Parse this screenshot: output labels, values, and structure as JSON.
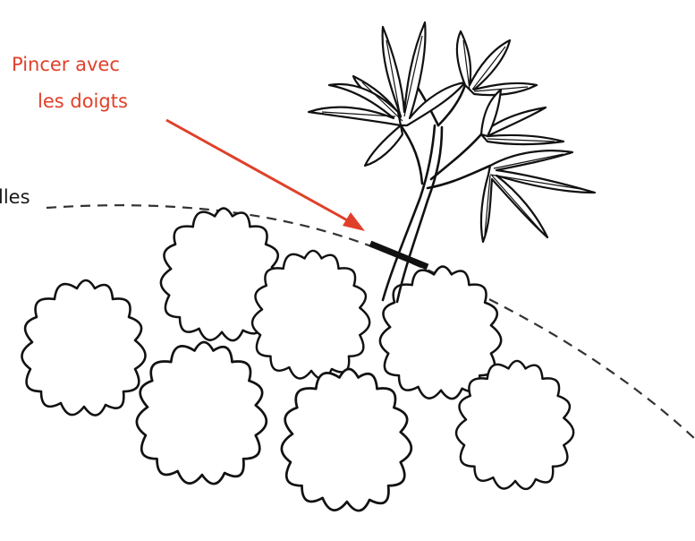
{
  "labels": {
    "pinch_line1": "Pincer avec",
    "pinch_line2": "les doigts",
    "leaves_fragment": "lles"
  },
  "colors": {
    "annotation": "#e0402a",
    "ink": "#1a1a1a",
    "background": "#ffffff"
  }
}
